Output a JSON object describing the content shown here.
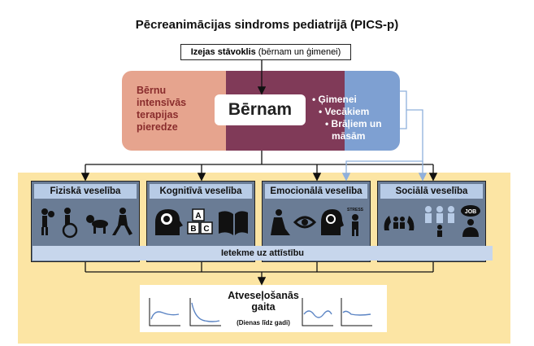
{
  "title": "Pēcreanimācijas sindroms pediatrijā (PICS-p)",
  "baseline": {
    "bold": "Izejas stāvoklis",
    "rest": "(bērnam un ģimenei)"
  },
  "picu_experience": [
    "Bērnu",
    "intensīvās",
    "terapijas",
    "pieredze"
  ],
  "child": "Bērnam",
  "family": [
    "• Ģimenei",
    "• Vecākiem",
    "• Brāļiem un",
    "māsām"
  ],
  "domains": [
    {
      "label": "Fiziskā veselība",
      "icons": [
        "basketball-player-icon",
        "wheelchair-icon",
        "crawling-baby-icon",
        "running-child-icon"
      ]
    },
    {
      "label": "Kognitīvā veselība",
      "icons": [
        "brain-head-icon",
        "abc-blocks-icon",
        "open-book-icon"
      ]
    },
    {
      "label": "Emocionālā veselība",
      "icons": [
        "sad-sitting-person-icon",
        "eye-icon",
        "anxious-head-icon",
        "stress-person-icon"
      ]
    },
    {
      "label": "Sociālā veselība",
      "icons": [
        "caring-hands-icon",
        "family-group-icon",
        "job-person-icon"
      ]
    }
  ],
  "stress_label": "STRESS",
  "job_label": "JOB",
  "impact": "Ietekme uz attīstību",
  "recovery": {
    "title": [
      "Atveseļošanās",
      "gaita"
    ],
    "subtitle": "(Dienas līdz gadi)"
  },
  "colors": {
    "pink": "#e6a48e",
    "blue": "#7ea0d2",
    "overlap": "#803a58",
    "panel": "#6a7c95",
    "header": "#b7cbe6",
    "yellow": "#fce5a4"
  }
}
